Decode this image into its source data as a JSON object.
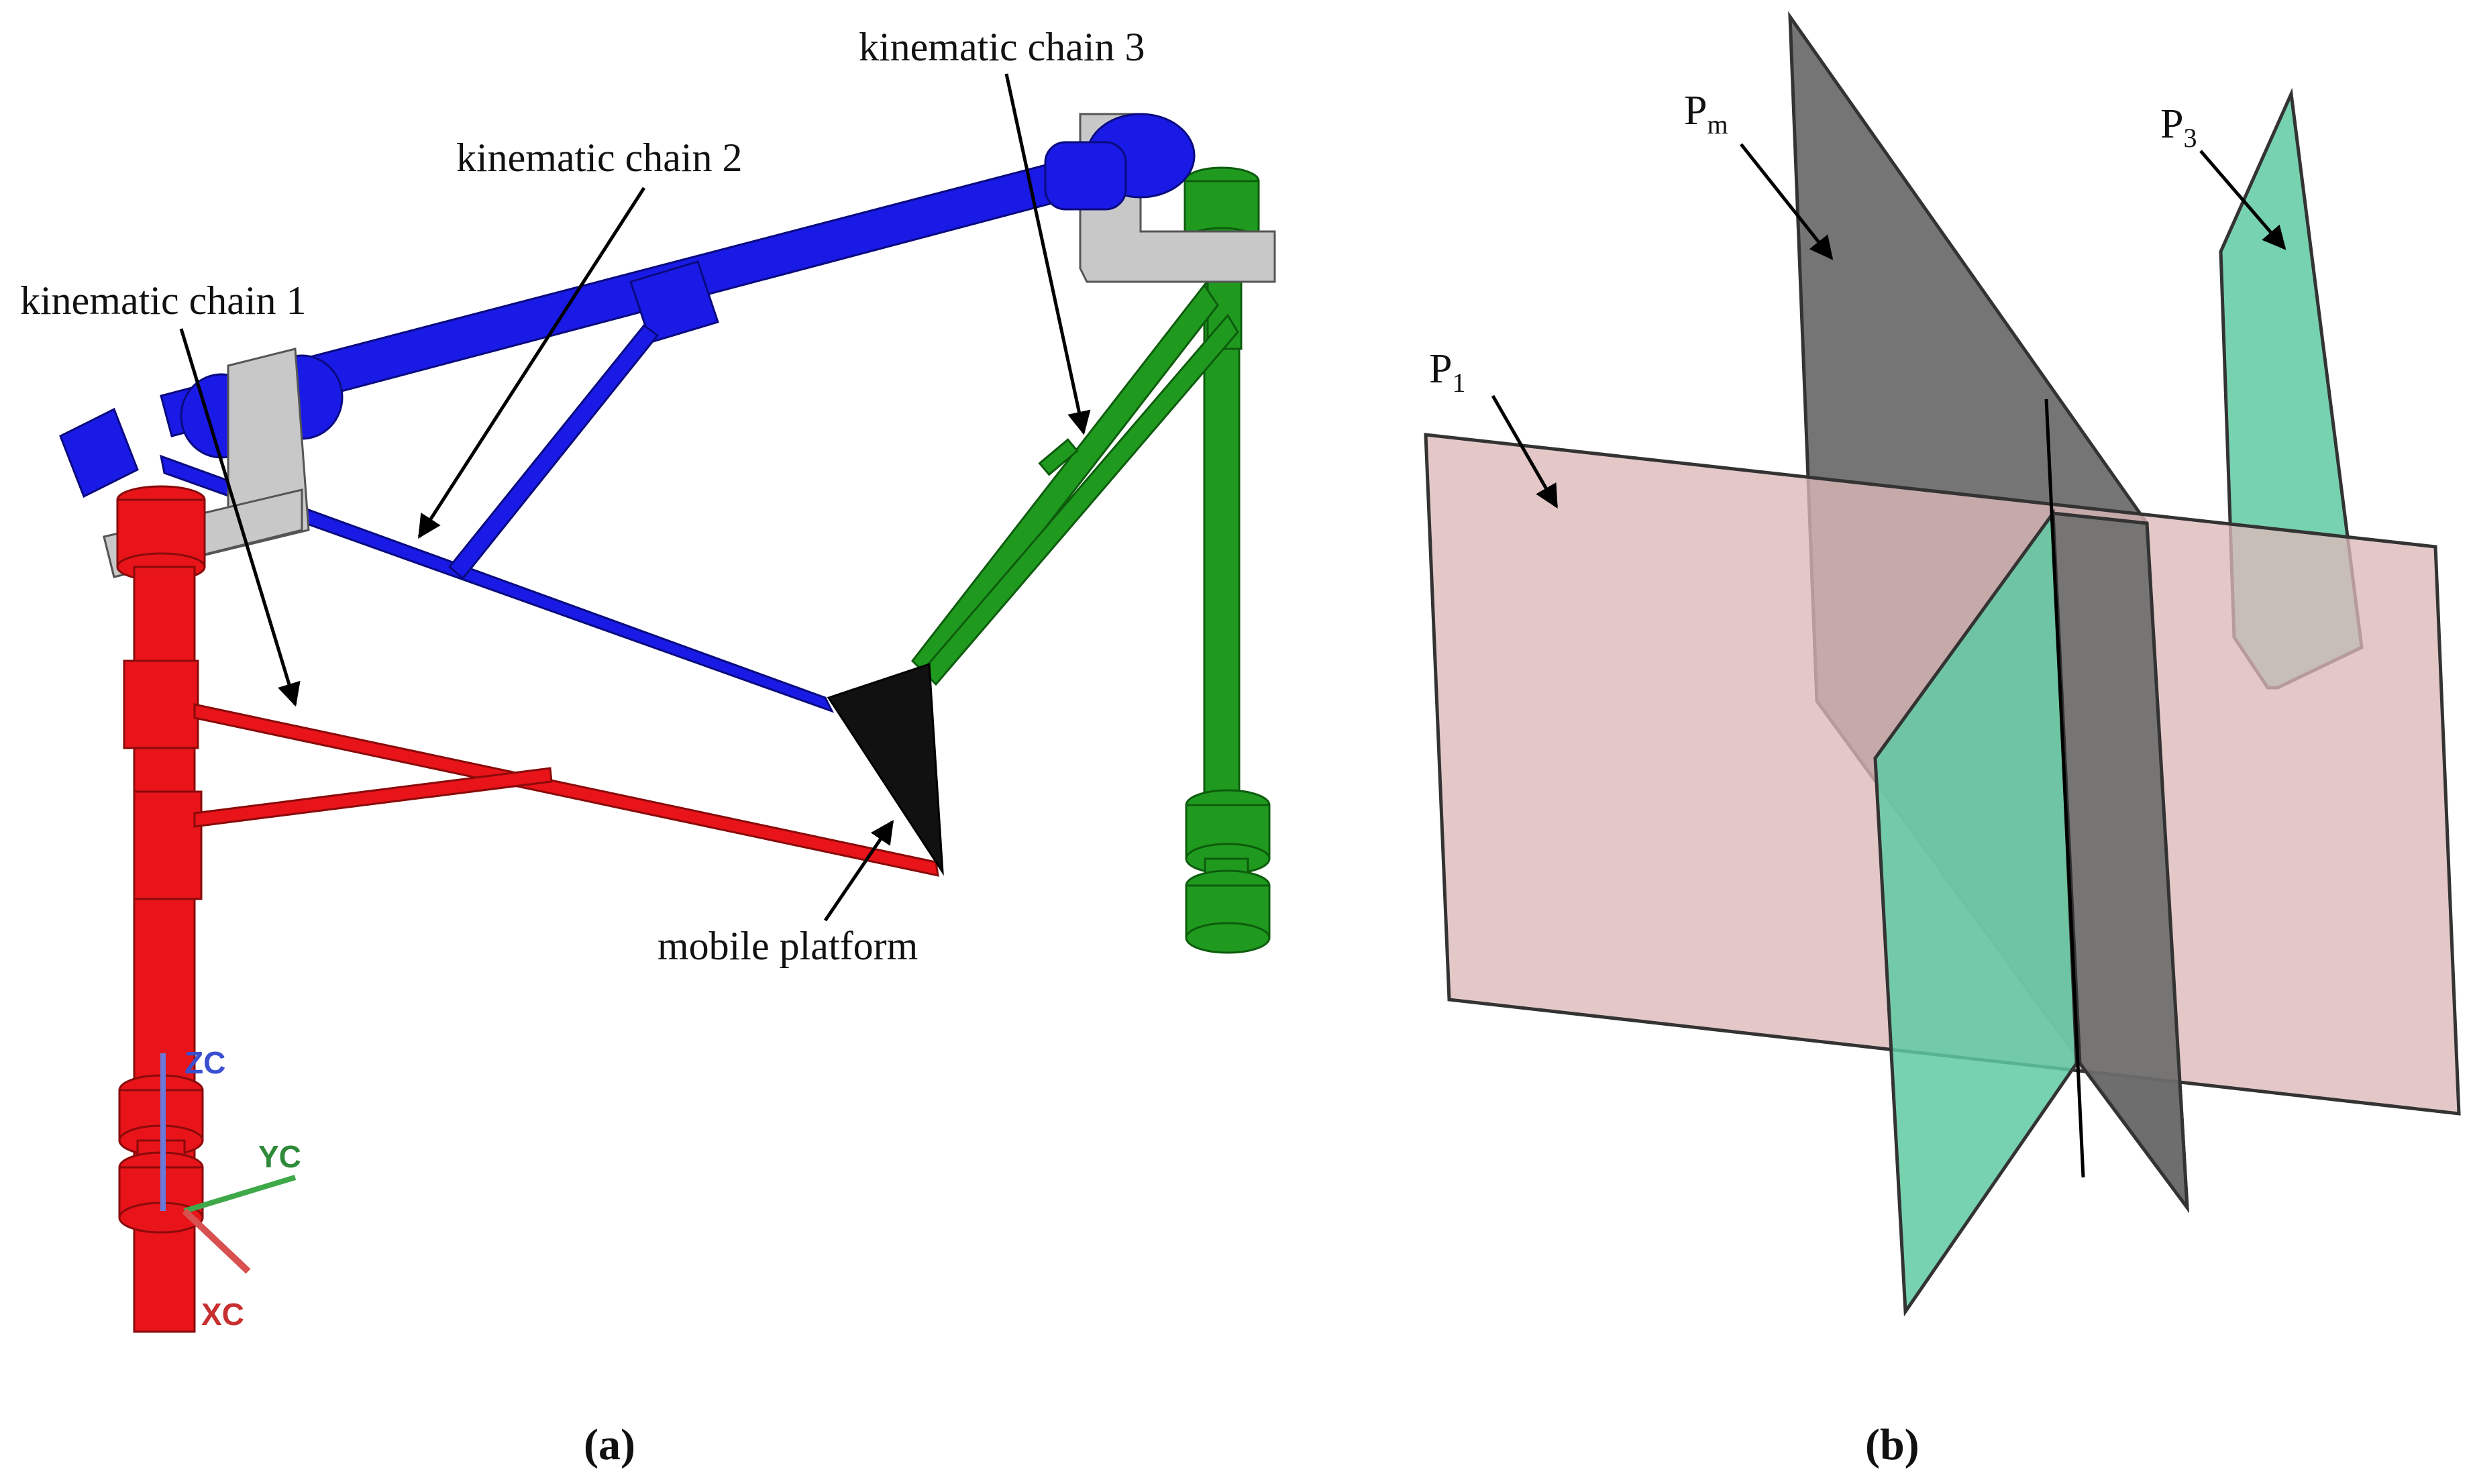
{
  "panel_a": {
    "caption": "(a)",
    "labels": {
      "chain1": "kinematic chain 1",
      "chain2": "kinematic chain 2",
      "chain3": "kinematic chain 3",
      "platform": "mobile platform"
    },
    "axes": {
      "z": "ZC",
      "y": "YC",
      "x": "XC"
    },
    "colors": {
      "chain1": "#e8141a",
      "chain2": "#1a1ae6",
      "chain3": "#1f9a1f",
      "bracket": "#c8c8c8",
      "platform": "#111111"
    }
  },
  "panel_b": {
    "caption": "(b)",
    "planes": {
      "p1": {
        "letter": "P",
        "sub": "1",
        "color": "#dcb8b8"
      },
      "pm": {
        "letter": "P",
        "sub": "m",
        "color": "#6e6e6e"
      },
      "p3": {
        "letter": "P",
        "sub": "3",
        "color": "#5fcaa2"
      }
    }
  }
}
